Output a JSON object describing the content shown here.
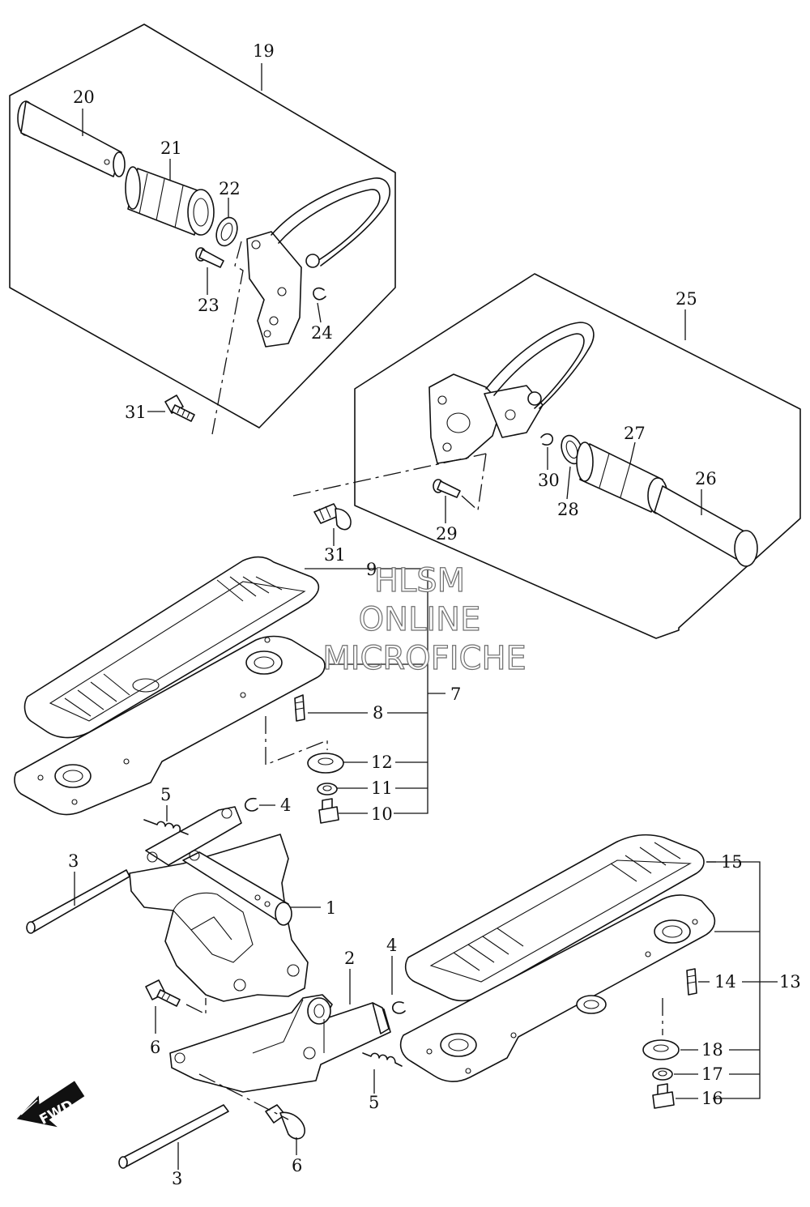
{
  "callouts": {
    "c1": "1",
    "c2": "2",
    "c3a": "3",
    "c3b": "3",
    "c4a": "4",
    "c4b": "4",
    "c5a": "5",
    "c5b": "5",
    "c6a": "6",
    "c6b": "6",
    "c7": "7",
    "c8": "8",
    "c9": "9",
    "c10": "10",
    "c11": "11",
    "c12": "12",
    "c13": "13",
    "c14": "14",
    "c15": "15",
    "c16": "16",
    "c17": "17",
    "c18": "18",
    "c19": "19",
    "c20": "20",
    "c21": "21",
    "c22": "22",
    "c23": "23",
    "c24": "24",
    "c25": "25",
    "c26": "26",
    "c27": "27",
    "c28": "28",
    "c29": "29",
    "c30": "30",
    "c31a": "31",
    "c31b": "31"
  },
  "watermark": {
    "line1": "HLSM",
    "line2": "ONLINE",
    "line3": "MICROFICHE"
  },
  "fwd_label": "FWD"
}
